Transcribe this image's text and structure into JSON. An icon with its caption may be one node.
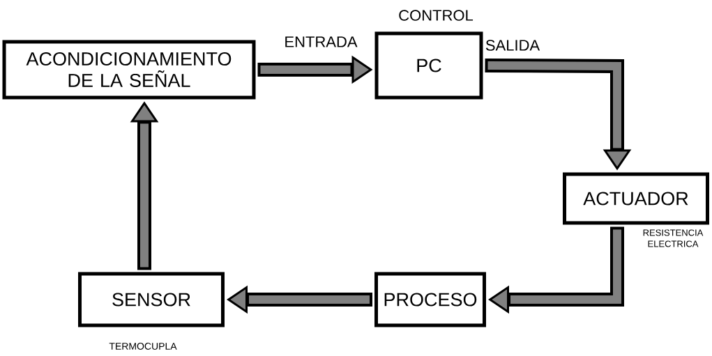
{
  "diagram": {
    "nodes": [
      {
        "text": [
          "ACONDICIONAMIENTO DE LA SEÑAL"
        ]
      },
      {
        "text": [
          "PC"
        ],
        "beside": [
          "CONTROL"
        ]
      },
      {
        "text": [
          "ACTUADOR"
        ],
        "beside": [
          "RESISTENCIA ELECTRICA"
        ]
      },
      {
        "text": [
          "PROCESO"
        ]
      },
      {
        "text": [
          "SENSOR"
        ],
        "beside": [
          "TERMOCUPLA"
        ]
      }
    ],
    "edges": [
      {
        "from": 0,
        "to": 1,
        "arrow": "to",
        "label": "ENTRADA"
      },
      {
        "from": 1,
        "to": 2,
        "arrow": "to",
        "label": "SALIDA"
      },
      {
        "from": 2,
        "to": 3,
        "arrow": "to"
      },
      {
        "from": 3,
        "to": 4,
        "arrow": "to"
      },
      {
        "from": 4,
        "to": 0,
        "arrow": "to"
      }
    ]
  }
}
